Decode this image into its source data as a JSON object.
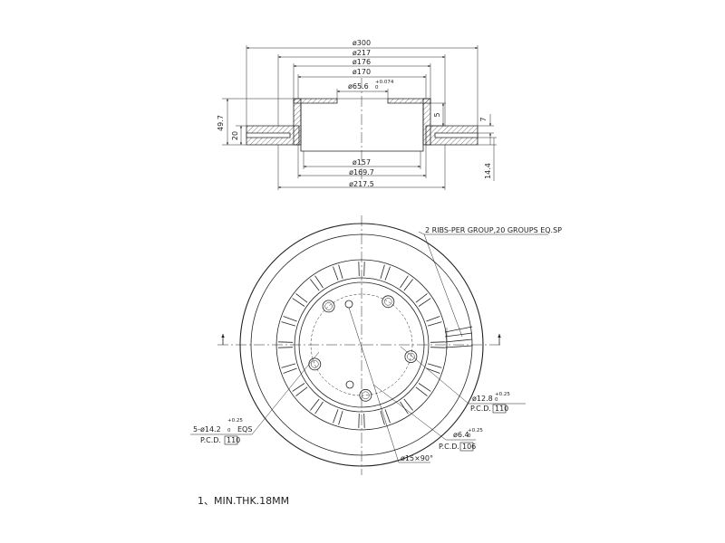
{
  "section_view": {
    "dims_top": [
      {
        "key": "d300",
        "label": "ø300"
      },
      {
        "key": "d217",
        "label": "ø217"
      },
      {
        "key": "d176",
        "label": "ø176"
      },
      {
        "key": "d170",
        "label": "ø170"
      },
      {
        "key": "d65",
        "label": "ø65.6",
        "tol_upper": "+0.074",
        "tol_lower": "0"
      }
    ],
    "dims_bottom": [
      {
        "key": "d157",
        "label": "ø157"
      },
      {
        "key": "d169",
        "label": "ø169.7"
      },
      {
        "key": "d2175",
        "label": "ø217.5"
      }
    ],
    "left_dims": {
      "overall": "49.7",
      "thickness": "20"
    },
    "right_dims": {
      "hat": "5",
      "flange": "7",
      "thk": "14.4"
    }
  },
  "front_view": {
    "rib_note": "2 RIBS-PER GROUP,20 GROUPS EQ.SP",
    "bolt_hole": {
      "text": "5-ø14.2",
      "tol_upper": "+0.25",
      "tol_lower": "0",
      "suffix": "EQS",
      "pcd_label": "P.C.D.",
      "pcd_value": "110"
    },
    "hole_128": {
      "text": "ø12.8",
      "tol_upper": "+0.25",
      "tol_lower": "0",
      "pcd_label": "P.C.D.",
      "pcd_value": "110"
    },
    "hole_64": {
      "text": "ø6.4",
      "tol_upper": "+0.25",
      "tol_lower": "0",
      "pcd_label": "P.C.D.",
      "pcd_value": "106"
    },
    "chamfer": "ø15×90°"
  },
  "footnote": "1、MIN.THK.18MM"
}
